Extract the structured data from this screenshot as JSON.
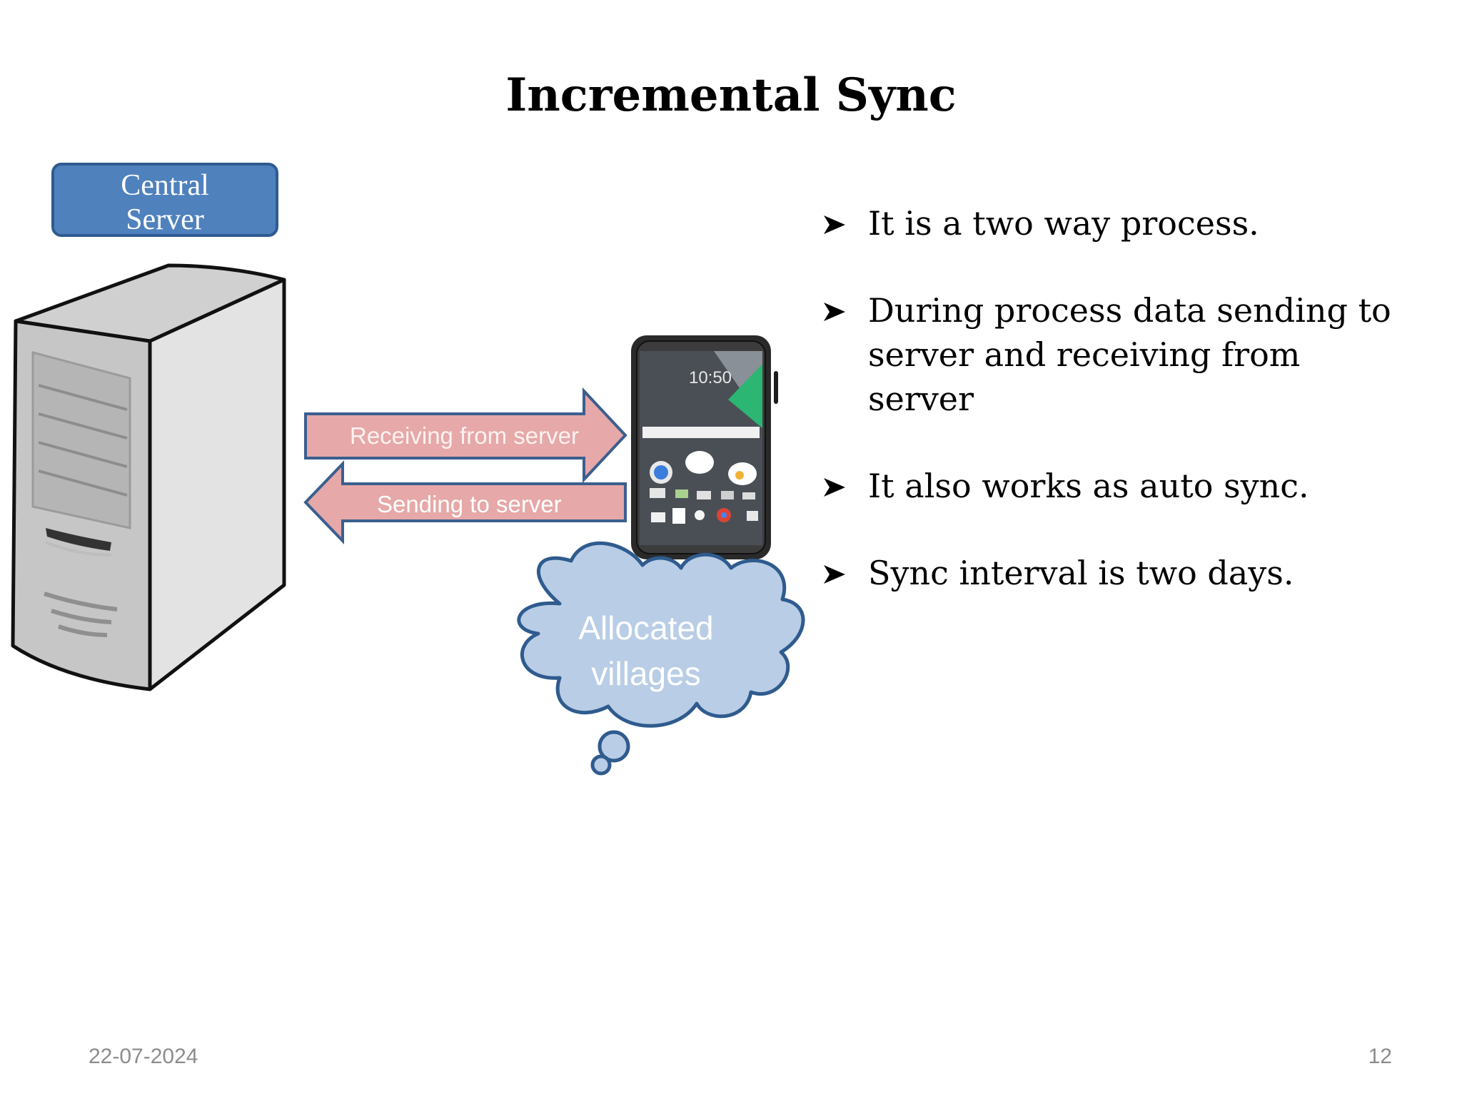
{
  "slide": {
    "title": "Incremental Sync",
    "server_label": [
      "Central",
      "Server"
    ],
    "arrow_receiving": "Receiving from server",
    "arrow_sending": "Sending to server",
    "phone_time": "10:50",
    "cloud_text": [
      "Allocated",
      "villages"
    ],
    "bullets": [
      "It is a two way process.",
      "During process data sending to server and receiving from server",
      "It also works as auto sync.",
      "Sync interval is two days."
    ],
    "footer_date": "22-07-2024",
    "page_number": "12"
  },
  "colors": {
    "server_label_fill": "#4f81bd",
    "arrow_fill": "#e6a8a8",
    "arrow_border": "#3b5f8f",
    "cloud_fill": "#b9cde6",
    "cloud_border": "#2f5b8e"
  }
}
